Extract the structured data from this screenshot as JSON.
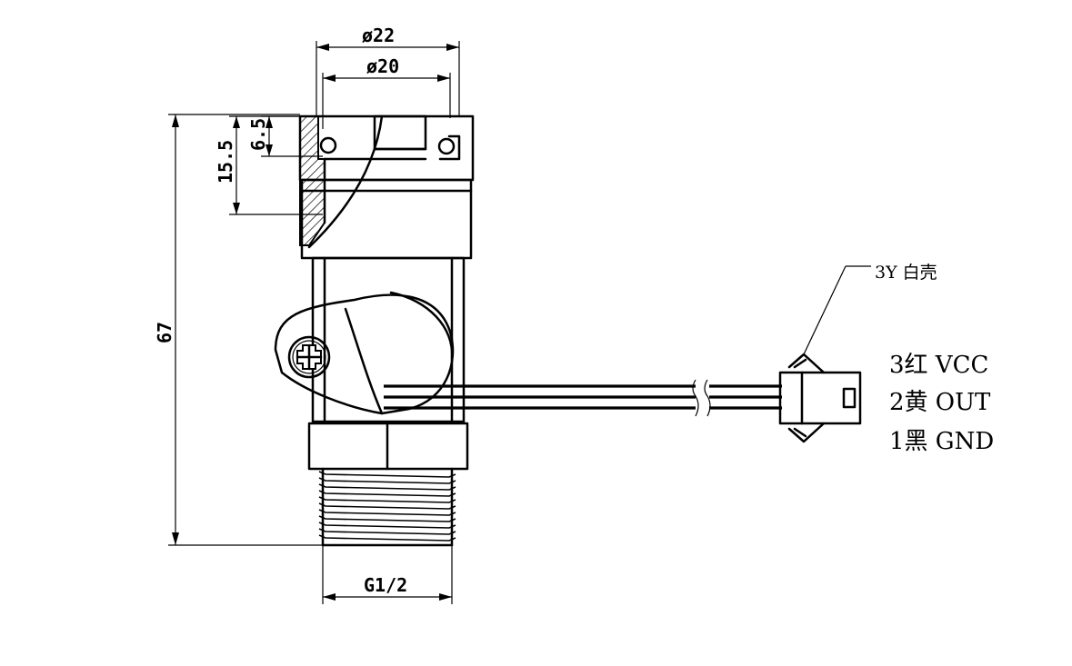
{
  "dimensions": {
    "phi22": "ø22",
    "phi20": "ø20",
    "d65": "6.5",
    "d155": "15.5",
    "d67": "67",
    "thread": "G1/2"
  },
  "connector_label": "3Y 白壳",
  "pins": [
    {
      "text": "3红 VCC"
    },
    {
      "text": "2黄 OUT"
    },
    {
      "text": "1黑 GND"
    }
  ]
}
